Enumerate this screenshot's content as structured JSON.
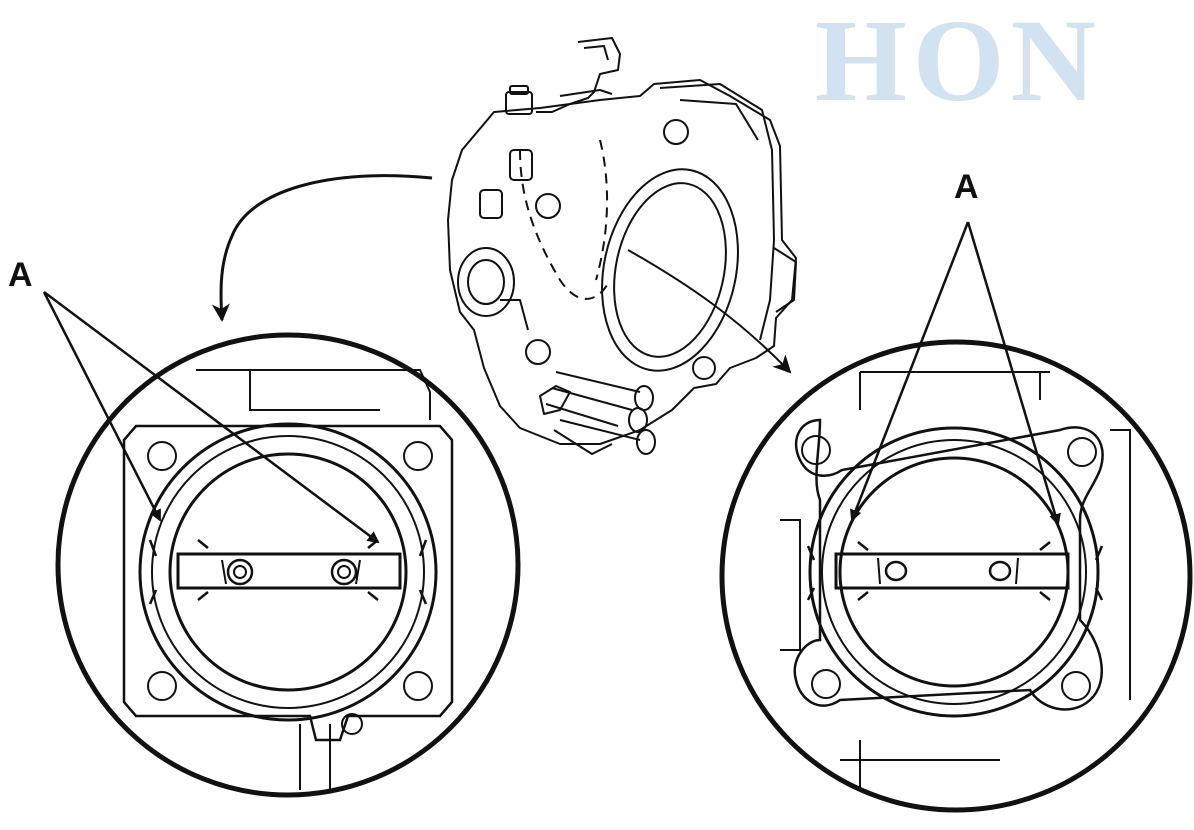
{
  "watermark": {
    "text": "HON",
    "color": "#d3e2f0"
  },
  "callouts": {
    "left_label": "A",
    "right_label": "A"
  },
  "colors": {
    "line": "#111111",
    "background": "#ffffff"
  }
}
